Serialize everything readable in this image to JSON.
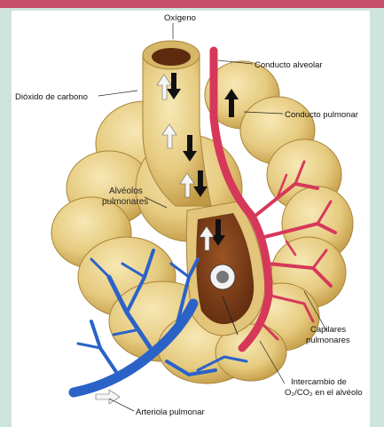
{
  "labels": {
    "oxygen": "Oxígeno",
    "carbon_dioxide": "Dióxido de carbono",
    "alveolar_duct": "Conducto alveolar",
    "pulmonary_duct": "Conducto pulmonar",
    "alveoli_line1": "Alvéolos",
    "alveoli_line2": "pulmonares",
    "capillaries_line1": "Capilares",
    "capillaries_line2": "pulmonares",
    "exchange_line1": "Intercambio de",
    "exchange_line2": "O₂/CO₂ en el alvéolo",
    "arteriole": "Arteriola pulmonar"
  },
  "colors": {
    "border": "#cfe4dc",
    "top_accent": "#c64d6b",
    "alveoli": "#e8cf86",
    "alveoli_shadow": "#c9a54e",
    "alveoli_light": "#f4e3ac",
    "interior": "#7a3b16",
    "vein_red": "#d6385a",
    "artery_blue": "#2a62c8"
  }
}
